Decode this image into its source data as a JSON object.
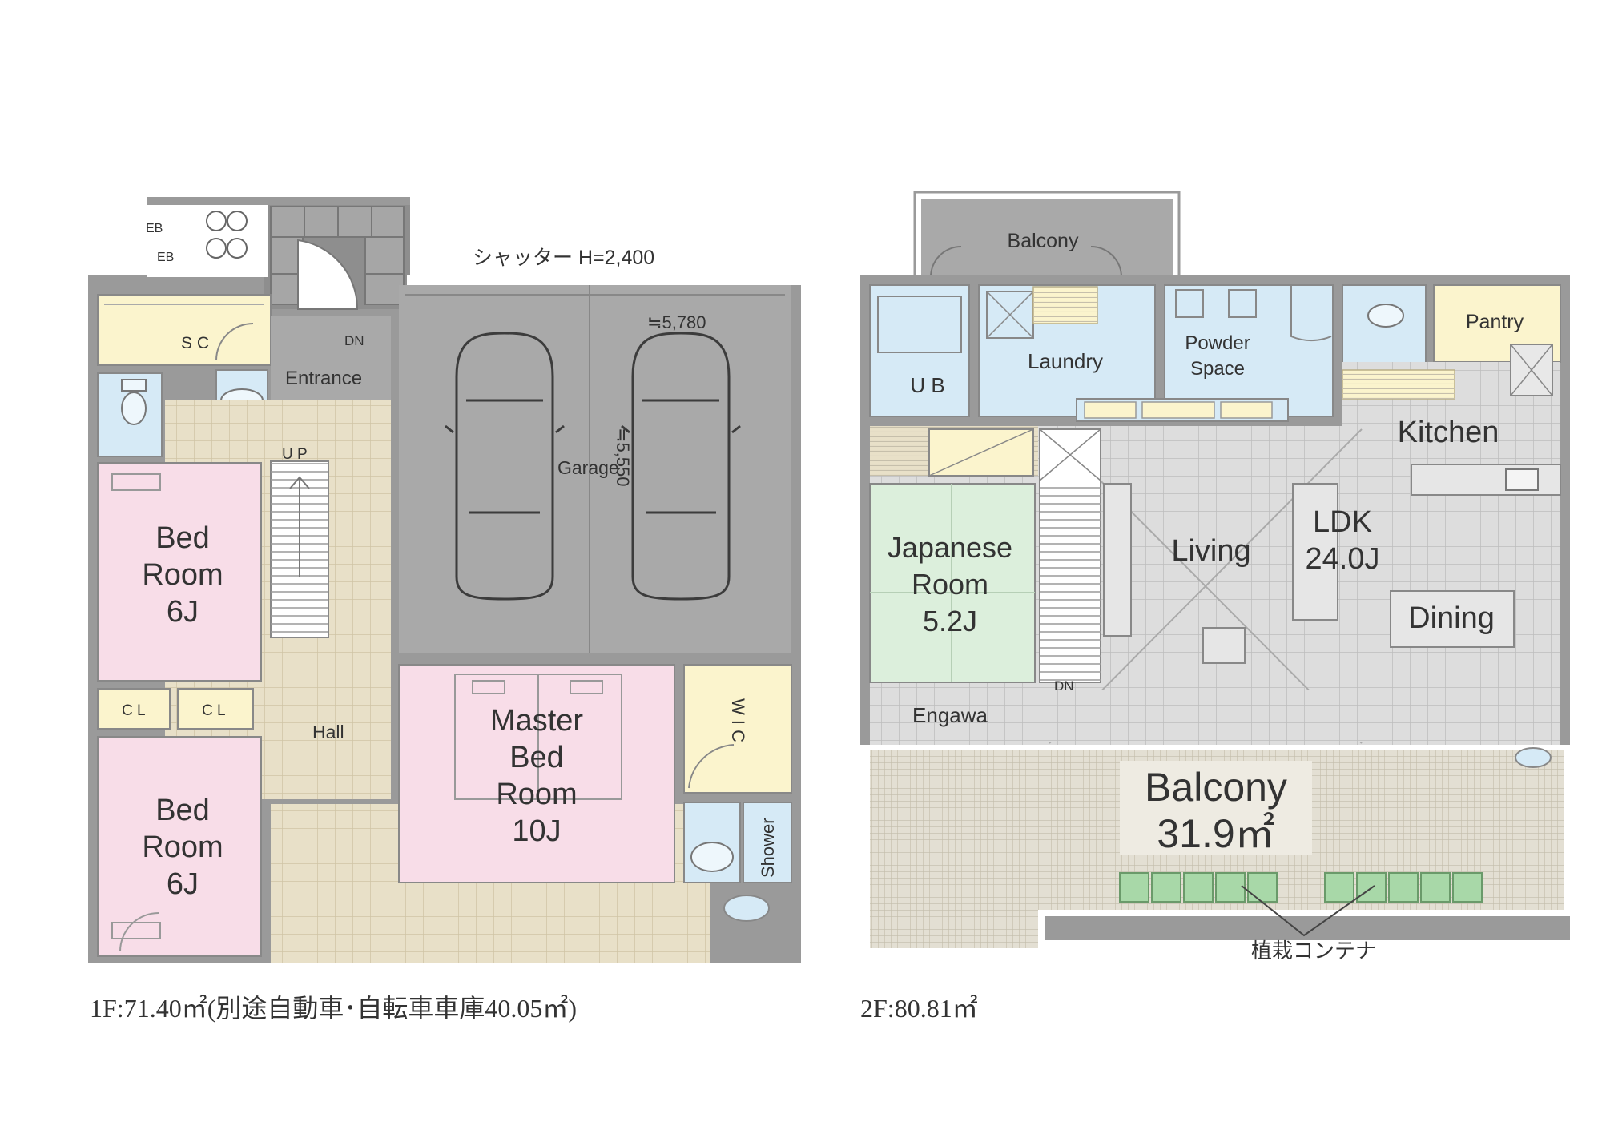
{
  "floor1": {
    "caption": "1F:71.40㎡(別途自動車･自転車車庫40.05㎡)",
    "shutter_note": "シャッター H=2,400",
    "garage": {
      "label": "Garage",
      "width_dim": "≒5,780",
      "depth_dim": "≒5,550"
    },
    "entrance": "Entrance",
    "sc": "S C",
    "dn": "DN",
    "up": "U P",
    "hall": "Hall",
    "bed1": [
      "Bed",
      "Room",
      "6J"
    ],
    "bed2": [
      "Bed",
      "Room",
      "6J"
    ],
    "master": [
      "Master",
      "Bed",
      "Room",
      "10J"
    ],
    "cl1": "C L",
    "cl2": "C L",
    "wic": "W I C",
    "shower": "Shower",
    "eb1": "EB",
    "eb2": "EB"
  },
  "floor2": {
    "caption": "2F:80.81㎡",
    "balcony_top": "Balcony",
    "laundry": "Laundry",
    "powder": [
      "Powder",
      "Space"
    ],
    "ub": "U B",
    "pantry": "Pantry",
    "kitchen": "Kitchen",
    "ldk": [
      "LDK",
      "24.0J"
    ],
    "living": "Living",
    "dining": "Dining",
    "japanese": [
      "Japanese",
      "Room",
      "5.2J"
    ],
    "dn": "DN",
    "engawa": "Engawa",
    "balcony_main": [
      "Balcony",
      "31.9㎡"
    ],
    "planter_note": "植栽コンテナ"
  },
  "colors": {
    "wall": "#9a9a9a",
    "garage": "#a9a9a9",
    "bedroom": "#f8dde8",
    "hall": "#e8e0c8",
    "closet": "#fbf4cd",
    "wet_area": "#d6eaf6",
    "japanese_room": "#dcefdc",
    "ldk": "#dddddd",
    "balcony_deck": "#e3dfd3",
    "planter": "#a8d8a8"
  }
}
